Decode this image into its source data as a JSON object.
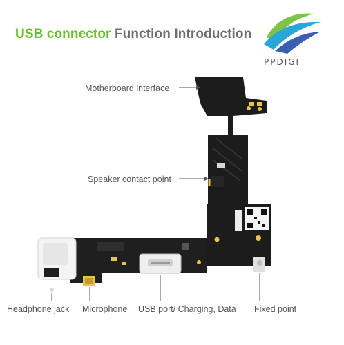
{
  "title": {
    "part1": "USB connector",
    "part2": "Function Introduction"
  },
  "logo": {
    "text": "PPDIGI",
    "colors": [
      "#7fc24a",
      "#2aa6d8",
      "#3b5fae"
    ]
  },
  "labels": {
    "motherboard": "Motherboard interface",
    "speaker": "Speaker contact point",
    "headphone": "Headphone jack",
    "microphone": "Microphone",
    "usb": "USB port/ Charging, Data",
    "fixed": "Fixed point"
  },
  "colors": {
    "title_accent": "#6abf2e",
    "title_gray": "#6e6e6e",
    "flex_cable": "#1c1c1c",
    "contact_gold": "#e8c44a"
  }
}
